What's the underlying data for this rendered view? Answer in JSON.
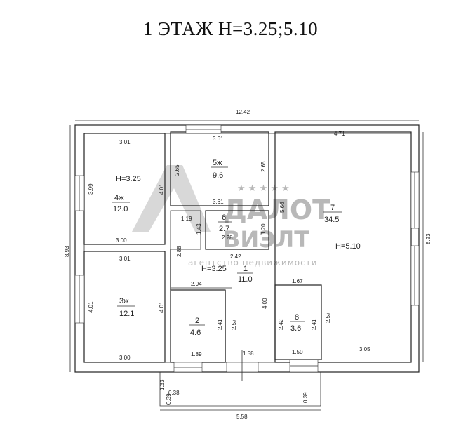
{
  "title": "1 ЭТАЖ  Н=3.25;5.10",
  "watermark": {
    "brand_line1": "ДАЛОТ",
    "brand_line2": "ВИЭЛТ",
    "subtitle": "агентство недвижимости",
    "stars": "★ ★ ★ ★ ★"
  },
  "dimensions": {
    "overall_width": "12.42",
    "overall_height": "8.93",
    "right_height": "8.23",
    "porch_width": "5.58",
    "porch_depth": "1.33",
    "porch_038": "0.38",
    "porch_039_left": "0.39",
    "porch_039_right": "0.39"
  },
  "rooms": {
    "r4": {
      "num": "4ж",
      "area": "12.0",
      "height": "Н=3.25",
      "top": "3.01",
      "bottom": "3.00",
      "left": "3.99",
      "right": "4.01"
    },
    "r3": {
      "num": "3ж",
      "area": "12.1",
      "top": "3.01",
      "bottom": "3.00",
      "left": "4.01",
      "right": "4.01"
    },
    "r5": {
      "num": "5ж",
      "area": "9.6",
      "top": "3.61",
      "bottom": "3.61",
      "left": "2.65",
      "right": "2.65"
    },
    "r6": {
      "num": "6",
      "area": "2.7",
      "w_left": "1.19",
      "h_left": "1.43",
      "bottom": "2.28",
      "right": "1.20"
    },
    "r7": {
      "num": "7",
      "area": "34.5",
      "height": "Н=5.10",
      "top": "4.71",
      "bottom": "3.05",
      "left": "5.66",
      "right": "8.23",
      "notch_h": "2.57"
    },
    "r1": {
      "num": "1",
      "area": "11.0",
      "height": "Н=3.25",
      "top": "2.42",
      "left": "2.88",
      "right": "4.00",
      "bottom": "1.58"
    },
    "r2": {
      "num": "2",
      "area": "4.6",
      "top": "2.04",
      "bottom": "1.89",
      "right": "2.41",
      "r1_left": "2.57"
    },
    "r8": {
      "num": "8",
      "area": "3.6",
      "top": "1.67",
      "bottom": "1.50",
      "left": "2.42",
      "right": "2.41"
    }
  }
}
